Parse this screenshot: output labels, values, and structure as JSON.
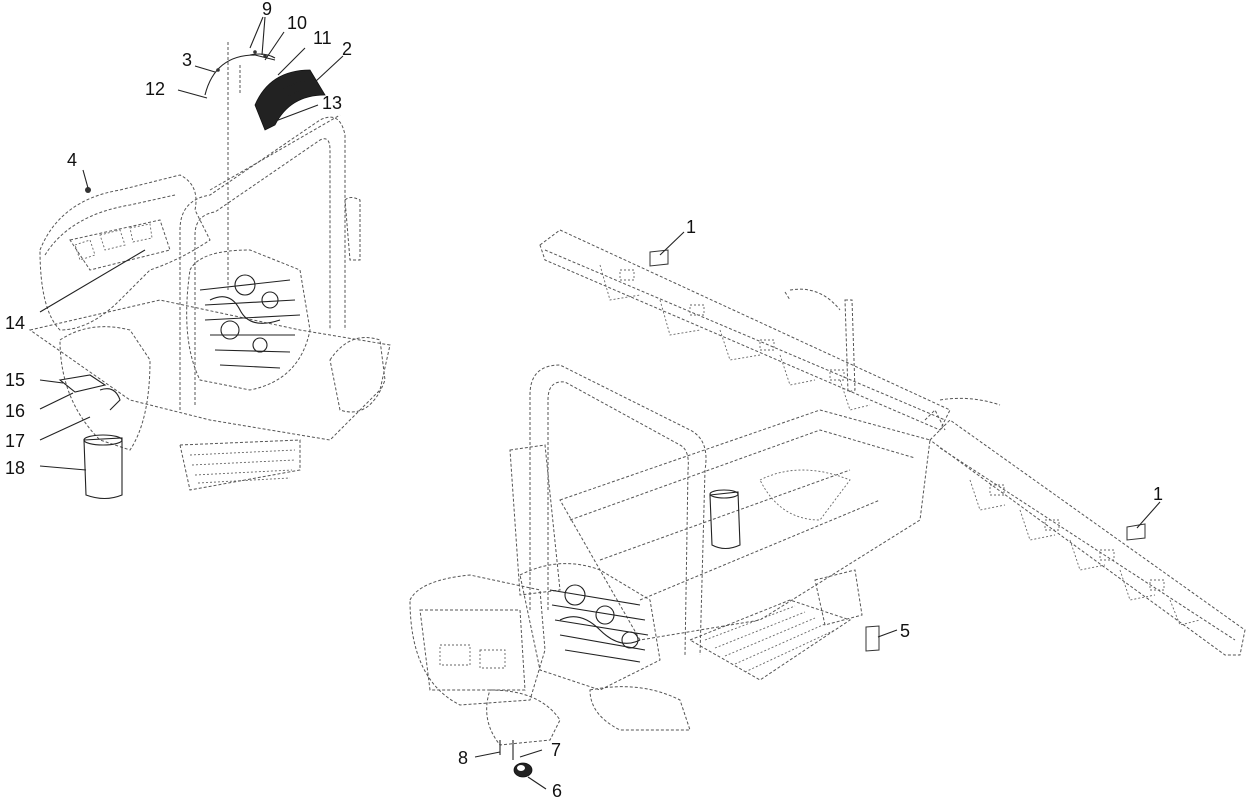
{
  "callouts": {
    "c1a": "1",
    "c1b": "1",
    "c2": "2",
    "c3": "3",
    "c4": "4",
    "c5": "5",
    "c6": "6",
    "c7": "7",
    "c8": "8",
    "c9": "9",
    "c10": "10",
    "c11": "11",
    "c12": "12",
    "c13": "13",
    "c14": "14",
    "c15": "15",
    "c16": "16",
    "c17": "17",
    "c18": "18"
  },
  "colors": {
    "line": "#222222",
    "hidden_line": "#555555",
    "background": "#ffffff"
  }
}
